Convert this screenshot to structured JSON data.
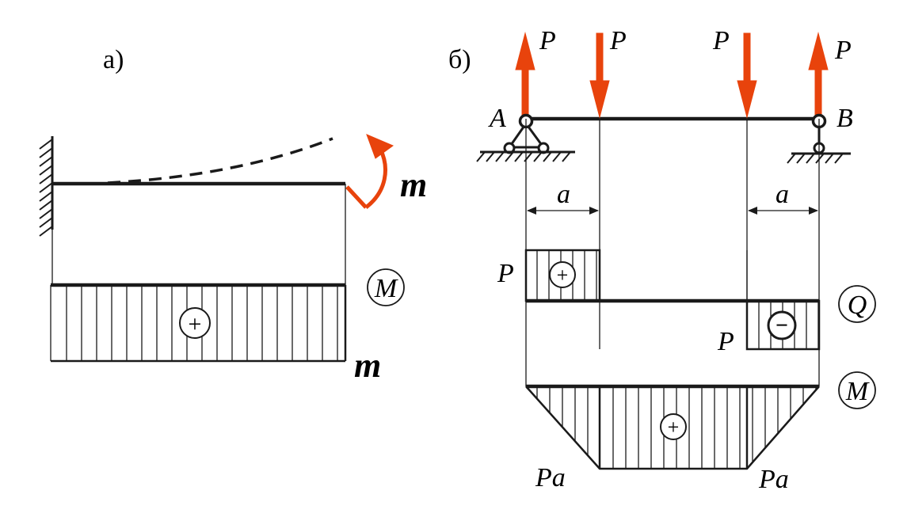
{
  "panel_a": {
    "label": "а)",
    "moment_label": "m",
    "diagram_symbol": "M",
    "diagram_value": "m",
    "sign": "+"
  },
  "panel_b": {
    "label": "б)",
    "force_labels": [
      "P",
      "P",
      "P",
      "P"
    ],
    "support_a": "A",
    "support_b": "B",
    "dim_left": "a",
    "dim_right": "a",
    "shear": {
      "symbol": "Q",
      "value_pos": "P",
      "value_neg": "P",
      "sign_pos": "+",
      "sign_neg": "−"
    },
    "moment": {
      "symbol": "M",
      "value_left": "Pa",
      "value_right": "Pa",
      "sign": "+"
    }
  },
  "colors": {
    "force": "#e8430c",
    "line": "#1a1a1a"
  }
}
